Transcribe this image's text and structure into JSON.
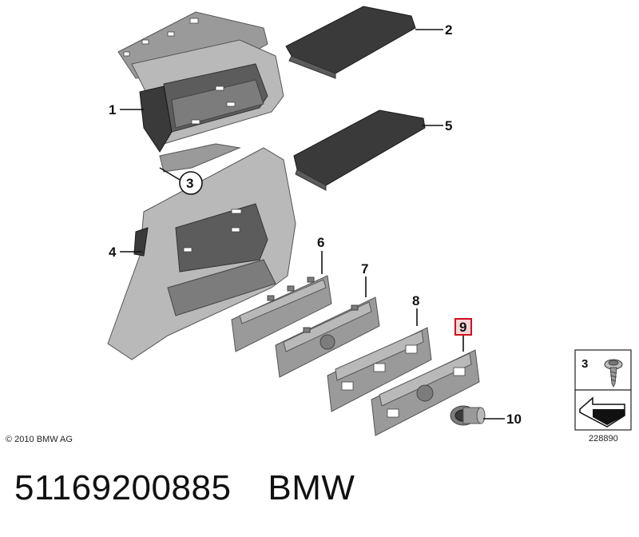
{
  "callouts": {
    "c1": "1",
    "c2": "2",
    "c3": "3",
    "c4": "4",
    "c5": "5",
    "c6": "6",
    "c7": "7",
    "c8": "8",
    "c9": "9",
    "c10": "10"
  },
  "highlight_color": "#d0101c",
  "legend": {
    "item_number": "3",
    "diagram_number": "228890"
  },
  "copyright": "© 2010 BMW AG",
  "footer": {
    "part_number": "51169200885",
    "brand": "BMW"
  }
}
